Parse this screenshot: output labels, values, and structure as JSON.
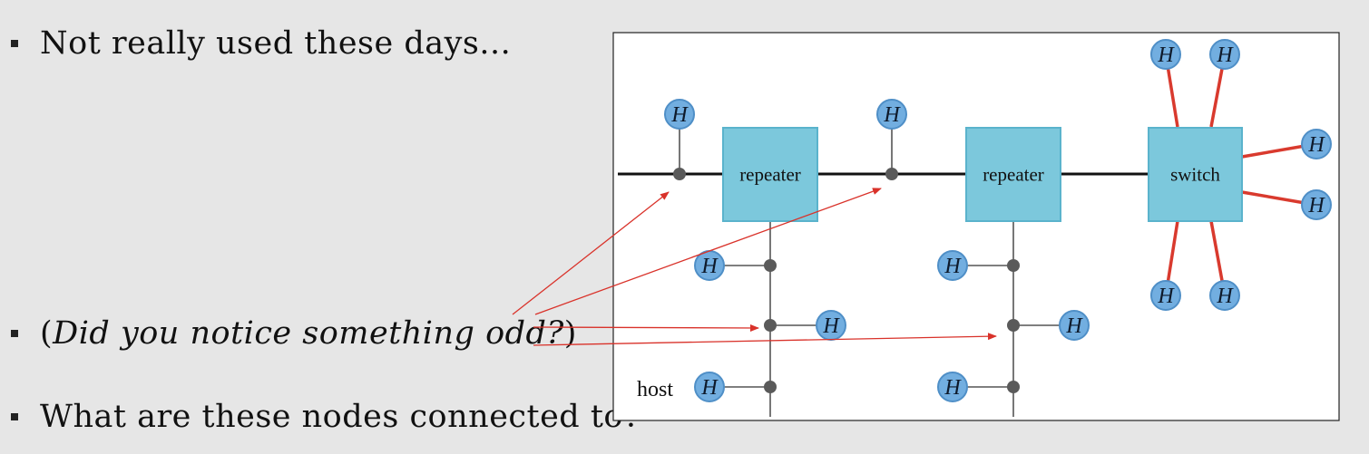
{
  "bullets": [
    {
      "text": "Not really used these days..."
    },
    {
      "open": "(",
      "italic": "Did you notice something odd?",
      "close": ")"
    },
    {
      "text": "What are these nodes connected to?"
    }
  ],
  "diagram": {
    "host_symbol": "H",
    "host_label": "host",
    "repeater_label": "repeater",
    "switch_label": "switch",
    "bus_color": "#111111",
    "node_fill": "#72aee0",
    "node_stroke": "#4f8fc7",
    "box_fill": "#7cc8dc",
    "box_stroke": "#5ab3cc",
    "switch_link_color": "#d93a2e",
    "arrow_color": "#d9322a",
    "junction_color": "#5a5a5a"
  }
}
